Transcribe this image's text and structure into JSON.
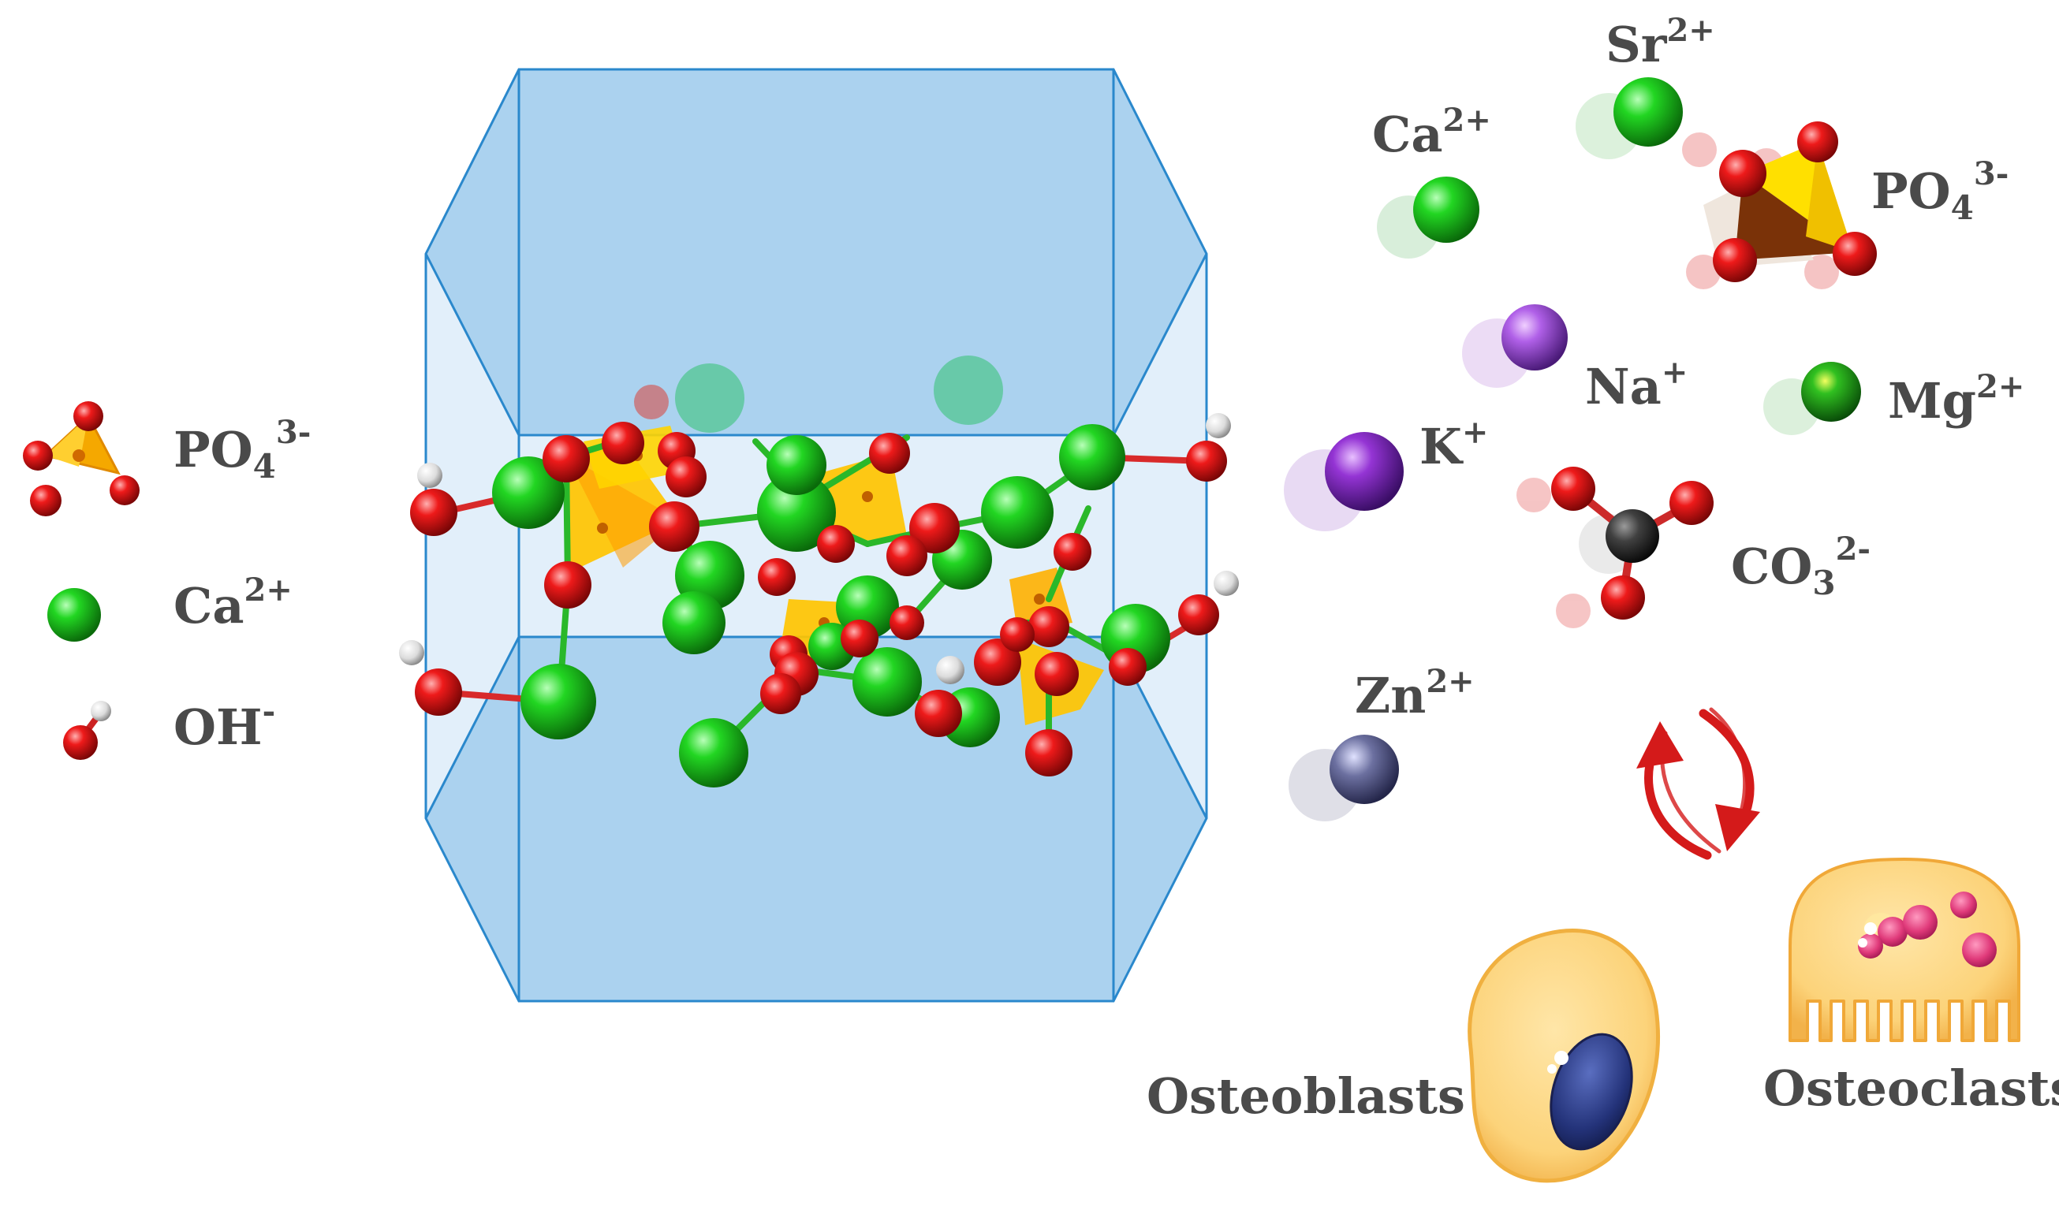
{
  "legend": {
    "phosphate": {
      "base": "PO",
      "sub": "4",
      "sup": "3-"
    },
    "calcium": {
      "base": "Ca",
      "sup": "2+"
    },
    "hydroxide": {
      "base": "OH",
      "sup": "-"
    }
  },
  "ions": {
    "sr": {
      "base": "Sr",
      "sup": "2+"
    },
    "ca": {
      "base": "Ca",
      "sup": "2+"
    },
    "po4": {
      "base": "PO",
      "sub": "4",
      "sup": "3-"
    },
    "na": {
      "base": "Na",
      "sup": "+"
    },
    "mg": {
      "base": "Mg",
      "sup": "2+"
    },
    "k": {
      "base": "K",
      "sup": "+"
    },
    "co3": {
      "base": "CO",
      "sub": "3",
      "sup": "2-"
    },
    "zn": {
      "base": "Zn",
      "sup": "2+"
    }
  },
  "cells": {
    "osteoblasts": "Osteoblasts",
    "osteoclasts": "Osteoclasts"
  },
  "colors": {
    "calcium": "#1ec21e",
    "oxygen": "#e01818",
    "hydrogen": "#e8e8e8",
    "phosphate_face": "#f5c400",
    "strontium": "#12c012",
    "sodium": "#a050d8",
    "potassium": "#8a2ec8",
    "magnesium": "#20b020",
    "carbon": "#3a3a3a",
    "zinc": "#6a6e9a",
    "cell_box": "#2a88cc",
    "arrow": "#d41a1a"
  }
}
